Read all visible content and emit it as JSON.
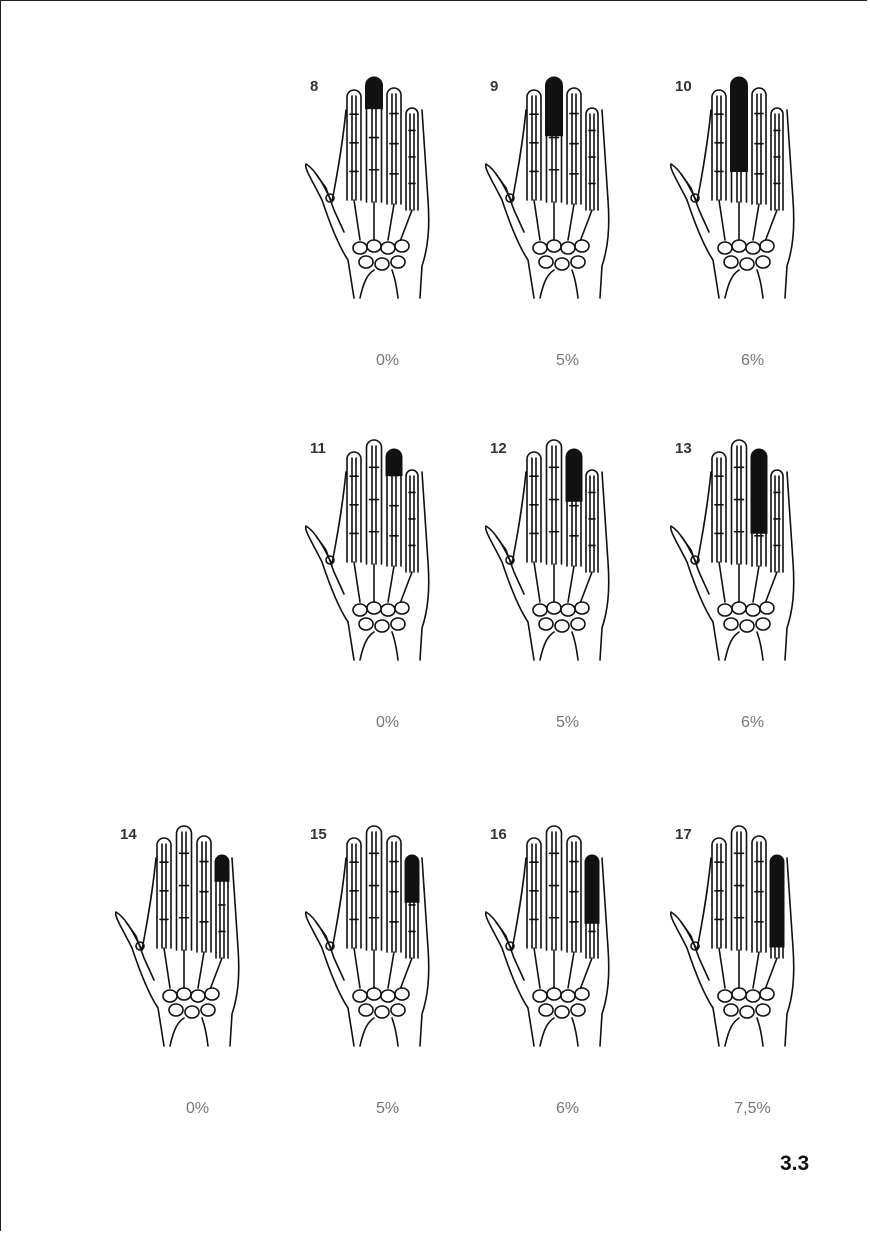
{
  "figures": [
    {
      "number": "8",
      "percent": "0%",
      "finger": "middle",
      "fill": 0.18
    },
    {
      "number": "9",
      "percent": "5%",
      "finger": "middle",
      "fill": 0.34
    },
    {
      "number": "10",
      "percent": "6%",
      "finger": "middle",
      "fill": 0.55
    },
    {
      "number": "11",
      "percent": "0%",
      "finger": "ring",
      "fill": 0.16
    },
    {
      "number": "12",
      "percent": "5%",
      "finger": "ring",
      "fill": 0.32
    },
    {
      "number": "13",
      "percent": "6%",
      "finger": "ring",
      "fill": 0.52
    },
    {
      "number": "14",
      "percent": "0%",
      "finger": "little",
      "fill": 0.18
    },
    {
      "number": "15",
      "percent": "5%",
      "finger": "little",
      "fill": 0.33
    },
    {
      "number": "16",
      "percent": "6%",
      "finger": "little",
      "fill": 0.48
    },
    {
      "number": "17",
      "percent": "7,5%",
      "finger": "little",
      "fill": 0.65
    }
  ],
  "page_label": "3.3",
  "colors": {
    "ink": "#111111",
    "caption": "#777777"
  }
}
